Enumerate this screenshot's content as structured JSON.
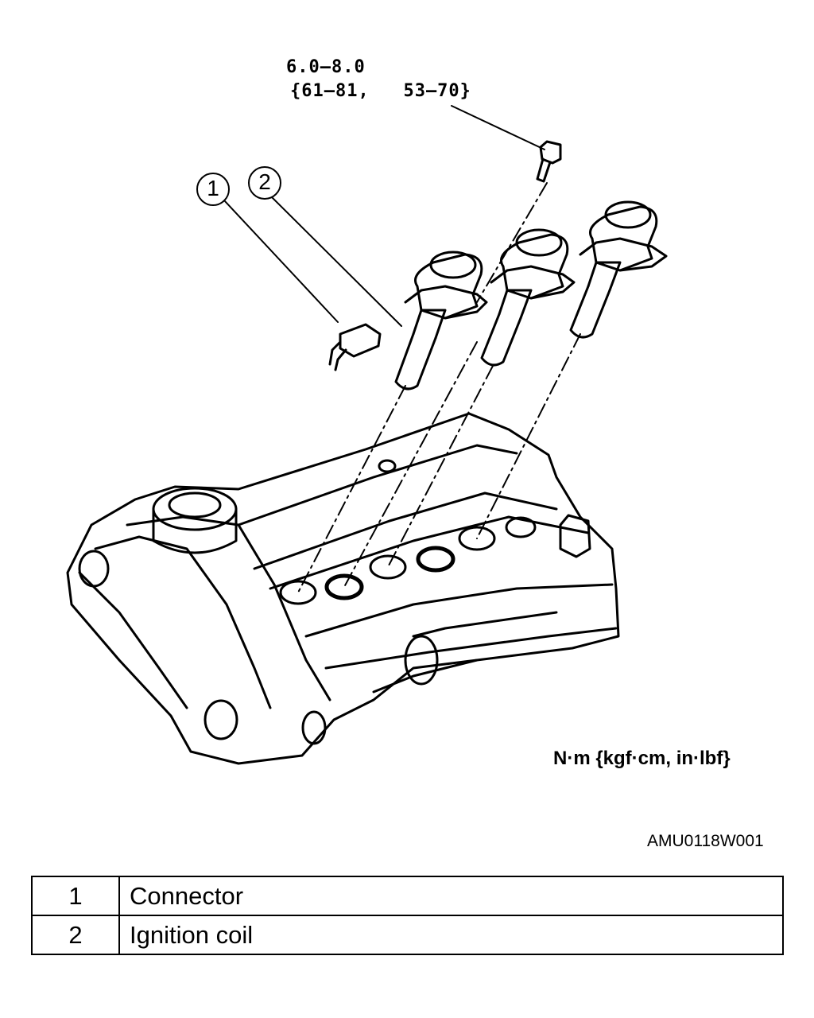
{
  "torque": {
    "line1": "6.0—8.0",
    "line2": "{61—81,   53—70}"
  },
  "callouts": [
    {
      "number": "1"
    },
    {
      "number": "2"
    }
  ],
  "unit_note": "N·m {kgf·cm, in·lbf}",
  "figure_code": "AMU0118W001",
  "legend": [
    {
      "number": "1",
      "name": "Connector"
    },
    {
      "number": "2",
      "name": "Ignition coil"
    }
  ]
}
